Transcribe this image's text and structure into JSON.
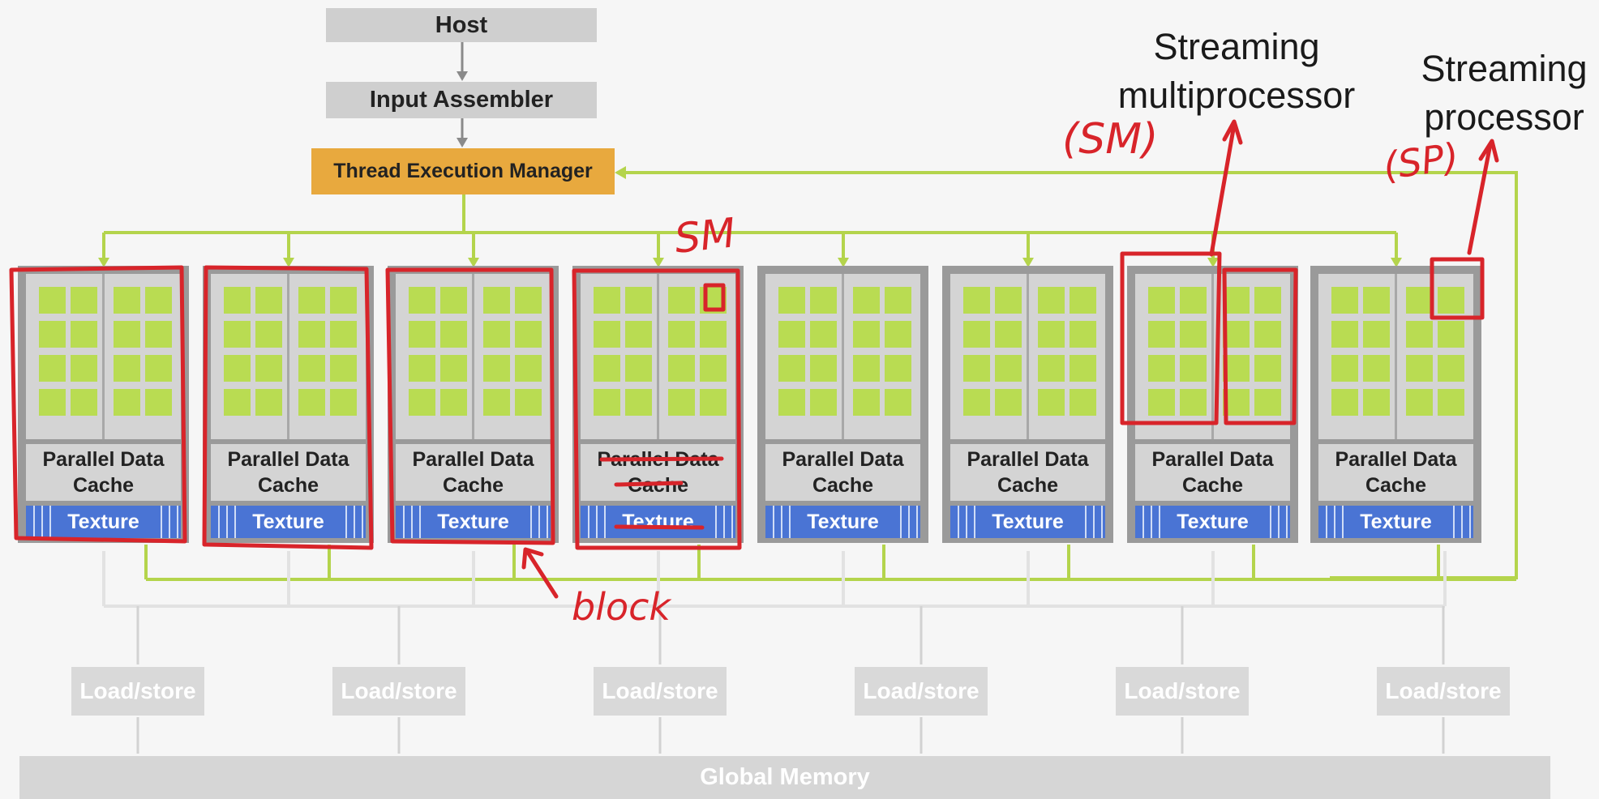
{
  "diagram": {
    "host": "Host",
    "input_assembler": "Input Assembler",
    "thread_execution_manager": "Thread Execution Manager",
    "sm_units": [
      {
        "cache": "Parallel Data Cache",
        "texture": "Texture"
      },
      {
        "cache": "Parallel Data Cache",
        "texture": "Texture"
      },
      {
        "cache": "Parallel Data Cache",
        "texture": "Texture"
      },
      {
        "cache": "Parallel Data Cache",
        "texture": "Texture"
      },
      {
        "cache": "Parallel Data Cache",
        "texture": "Texture"
      },
      {
        "cache": "Parallel Data Cache",
        "texture": "Texture"
      },
      {
        "cache": "Parallel Data Cache",
        "texture": "Texture"
      },
      {
        "cache": "Parallel Data Cache",
        "texture": "Texture"
      }
    ],
    "load_store": [
      "Load/store",
      "Load/store",
      "Load/store",
      "Load/store",
      "Load/store",
      "Load/store"
    ],
    "global_memory": "Global Memory"
  },
  "labels": {
    "streaming_multiprocessor": "Streaming multiprocessor",
    "streaming_processor": "Streaming processor"
  },
  "annotations": {
    "sm_abbrev": "(SM)",
    "sp_abbrev": "(SP)",
    "sm_tag": "SM",
    "block_tag": "block"
  },
  "colors": {
    "connector": "#b4d44c",
    "thread_manager": "#e8a93e",
    "texture": "#4a74d4",
    "annotation": "#d8242a"
  }
}
